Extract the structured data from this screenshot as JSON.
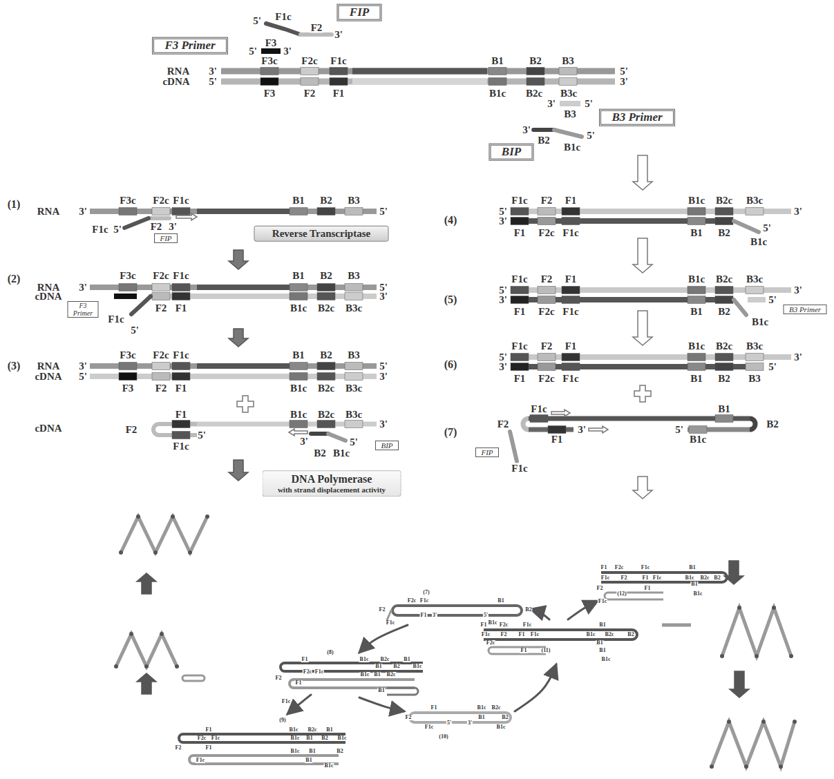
{
  "diagram": {
    "nodes": [
      {
        "text": [
          "FIP"
        ]
      },
      {
        "text": [
          "F3 Primer"
        ]
      },
      {
        "text": [
          "B3 Primer"
        ]
      },
      {
        "text": [
          "BIP"
        ]
      },
      {
        "text": [
          "FIP"
        ]
      },
      {
        "text": [
          "Reverse Transcriptase"
        ]
      },
      {
        "text": [
          "F3 Primer"
        ]
      },
      {
        "text": [
          "BIP"
        ]
      },
      {
        "text": [
          "DNA Polymerase",
          "with strand displacement activity"
        ]
      },
      {
        "text": [
          "B3 Primer"
        ]
      },
      {
        "text": [
          "FIP"
        ]
      }
    ],
    "labels": [
      "F1c",
      "5'",
      "F2",
      "3'",
      "F3",
      "5'",
      "3'",
      "F3c",
      "F2c",
      "F1c",
      "B1",
      "B2",
      "B3",
      "RNA",
      "3'",
      "5'",
      "cDNA",
      "5'",
      "3'",
      "F3",
      "F2",
      "F1",
      "B1c",
      "B2c",
      "B3c",
      "3'",
      "5'",
      "B3",
      "3'",
      "5'",
      "B2",
      "B1c",
      "(1)",
      "RNA",
      "3'",
      "5'",
      "F3c",
      "F2c",
      "F1c",
      "B1",
      "B2",
      "B3",
      "F2",
      "3'",
      "F1c",
      "5'",
      "(2)",
      "RNA",
      "3'",
      "5'",
      "cDNA",
      "3'",
      "F3c",
      "F2c",
      "F1c",
      "B1",
      "B2",
      "B3",
      "F2",
      "F1",
      "B1c",
      "B2c",
      "B3c",
      "F1c",
      "5'",
      "(3)",
      "RNA",
      "3'",
      "5'",
      "cDNA",
      "5'",
      "3'",
      "F3c",
      "F2c",
      "F1c",
      "B1",
      "B2",
      "B3",
      "F3",
      "F2",
      "F1",
      "B1c",
      "B2c",
      "B3c",
      "cDNA",
      "F1",
      "B1c",
      "B2c",
      "B3c",
      "3'",
      "F2",
      "5'",
      "3'",
      "5'",
      "F1c",
      "B2",
      "B1c",
      "(4)",
      "F1c",
      "F2",
      "F1",
      "B1c",
      "B2c",
      "B3c",
      "5'",
      "3'",
      "3'",
      "F1",
      "F2c",
      "F1c",
      "B1",
      "B2",
      "5'",
      "B1c",
      "(5)",
      "F1c",
      "F2",
      "F1",
      "B1c",
      "B2c",
      "B3c",
      "5'",
      "3'",
      "3'",
      "5'",
      "F1",
      "F2c",
      "F1c",
      "B1",
      "B2",
      "B1c",
      "(6)",
      "F1c",
      "F2",
      "F1",
      "B1c",
      "B2c",
      "B3c",
      "5'",
      "3'",
      "3'",
      "5'",
      "F1",
      "F2c",
      "F1c",
      "B1",
      "B2",
      "B3",
      "(7)",
      "F1c",
      "B1",
      "F2",
      "B2",
      "3'",
      "5'",
      "F1",
      "B1c",
      "F1c",
      "(7)",
      "F2c",
      "F1c",
      "B1",
      "F2",
      "B2",
      "F1",
      "3'",
      "5'",
      "F1c",
      "B1c",
      "(8)",
      "F1",
      "B1c",
      "B2c",
      "B1",
      "B1",
      "B2",
      "B1c",
      "F2c",
      "F1c",
      "B1c",
      "B1",
      "B2c",
      "F2",
      "F1",
      "B1",
      "F1c",
      "(9)",
      "F1",
      "B1c",
      "B2c",
      "B1",
      "F2c",
      "F1c",
      "B1c",
      "B1",
      "B2",
      "B1c",
      "F2",
      "F1",
      "B1c",
      "B1",
      "B2",
      "F1c",
      "B1",
      "B1c",
      "F1",
      "B1c",
      "B2c",
      "F2",
      "B1",
      "B2",
      "5'",
      "3'",
      "F1c",
      "B1c",
      "(10)",
      "F1",
      "F2c",
      "F1c",
      "B1",
      "F1c",
      "F2",
      "F1",
      "F1c",
      "B1c",
      "B2c",
      "B2",
      "F2c",
      "B1",
      "F1",
      "(11)",
      "B1",
      "B1c",
      "F1",
      "F2c",
      "F1c",
      "B1",
      "F1c",
      "F2",
      "F1",
      "F1c",
      "B1c",
      "B2c",
      "B2",
      "B1",
      "F2",
      "F1",
      "(12)",
      "B1c",
      "F1c"
    ]
  }
}
